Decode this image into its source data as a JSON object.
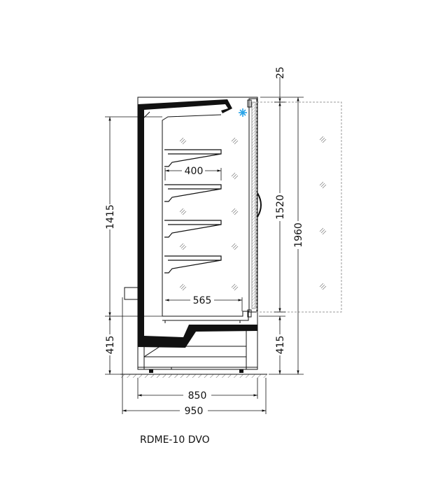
{
  "model": "RDME-10 DVO",
  "dimensions": {
    "interior_height": "1415",
    "base_height_left": "415",
    "top_offset": "25",
    "door_height": "1520",
    "base_height_right": "415",
    "total_height": "1960",
    "shelf_depth": "400",
    "bottom_depth": "565",
    "cabinet_depth": "850",
    "total_depth": "950"
  },
  "colors": {
    "line": "#111111",
    "snowflake": "#2aa4e8",
    "dashed": "#999999"
  }
}
